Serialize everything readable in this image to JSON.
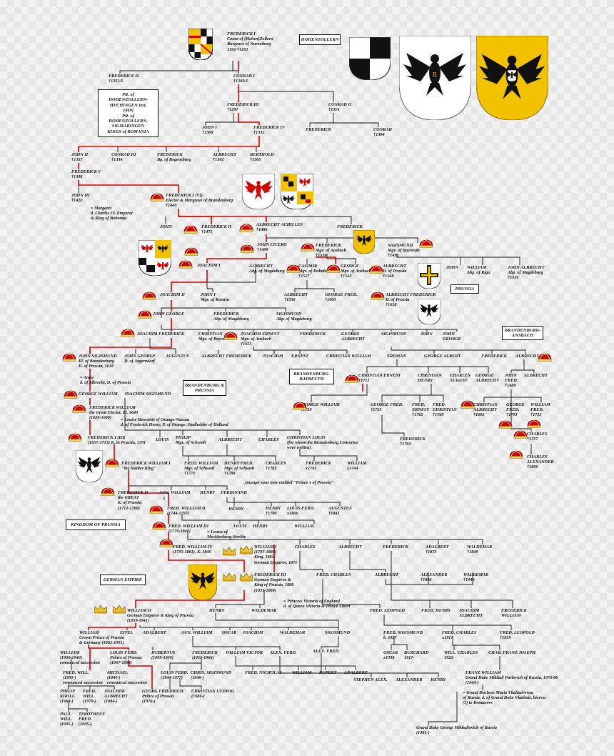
{
  "title_box": "HOHENZOLLERN",
  "region_boxes": [
    {
      "id": "prussia",
      "text": "PRUSSIA"
    },
    {
      "id": "brandenburg-ansbach",
      "text": "BRANDENBURG-\nANSBACH"
    },
    {
      "id": "brandenburg-bayreuth",
      "text": "BRANDENBURG-\nBAYREUTH"
    },
    {
      "id": "brandenburg-prussia",
      "text": "BRANDENBURG &\nPRUSSIA"
    },
    {
      "id": "kingdom-of-prussia",
      "text": "KINGDOM OF PRUSSIA"
    },
    {
      "id": "german-empire",
      "text": "GERMAN EMPIRE"
    },
    {
      "id": "sigmaringen",
      "text": "PR. of\nHOHENZOLLERN-\nHECHINGEN (est.\n1869)\nPR. of\nHOHENZOLLERN-\nSIGMARINGEN\nKINGS of ROMANIA"
    }
  ],
  "annotations": {
    "younger_sons": "younger sons now entitled \"Prince x of Prussia\""
  },
  "people": [
    {
      "id": "frederick-i",
      "text": "FREDERICK I\nCount of (Hohen)Zollern\nBurgrave of Nuremberg\n1192-†1201"
    },
    {
      "id": "frederick-ii-a",
      "text": "FREDERICK II\n†1251/5"
    },
    {
      "id": "conrad-i",
      "text": "CONRAD I\n†1260/1"
    },
    {
      "id": "frederick-iii-a",
      "text": "FREDERICK III\n†1297"
    },
    {
      "id": "conrad-ii",
      "text": "CONRAD II\n†1314"
    },
    {
      "id": "john-i",
      "text": "JOHN I\n†1300"
    },
    {
      "id": "frederick-iv",
      "text": "FREDERICK IV\n†1332"
    },
    {
      "id": "frederick-c",
      "text": "FREDERICK"
    },
    {
      "id": "conrad-c",
      "text": "CONRAD\n†1304"
    },
    {
      "id": "john-ii",
      "text": "JOHN II\n†1357"
    },
    {
      "id": "conrad-iii",
      "text": "CONRAD III\n†1334"
    },
    {
      "id": "frederick-regensburg",
      "text": "FREDERICK\nBp. of Regensburg"
    },
    {
      "id": "albrecht-1361",
      "text": "ALBRECHT\n†1361"
    },
    {
      "id": "berthold",
      "text": "BERTHOLD\n†1365"
    },
    {
      "id": "frederick-v",
      "text": "FREDERICK V\n†1398"
    },
    {
      "id": "john-iii",
      "text": "JOHN III\n†1420"
    },
    {
      "id": "margaret",
      "text": "= Margaret\nd. Charles IV, Emperor\n& King of Bohemia"
    },
    {
      "id": "frederick-i-vi",
      "text": "FREDERICK I (VI)\nElector & Margrave of Brandenburg\n†1440"
    },
    {
      "id": "john-b",
      "text": "JOHN"
    },
    {
      "id": "frederick-ii-b",
      "text": "FREDERICK II\n†1471"
    },
    {
      "id": "albrecht-achilles",
      "text": "ALBRECHT ACHILLES\n†1486"
    },
    {
      "id": "frederick-d",
      "text": "FREDERICK"
    },
    {
      "id": "john-cicero",
      "text": "JOHN CICERO\n†1499"
    },
    {
      "id": "frederick-ansbach",
      "text": "FREDERICK\nMgv. of Ansbach\n†1536"
    },
    {
      "id": "sigismund-bayreuth",
      "text": "SIGISMUND\nMgv. of Bayreuth\n†1495"
    },
    {
      "id": "joachim-i",
      "text": "JOACHIM I"
    },
    {
      "id": "albrecht-magdeburg",
      "text": "ALBRECHT\nAbp. of Magdeburg"
    },
    {
      "id": "casimir",
      "text": "CASIMIR\nMgv. of Kulmbach\n†1527"
    },
    {
      "id": "george-ansbach",
      "text": "GEORGE\nMgv. of Ansbach\n†1543"
    },
    {
      "id": "albrecht-prussia",
      "text": "ALBRECHT\nD. of Prussia\n†1568"
    },
    {
      "id": "john-c",
      "text": "JOHN"
    },
    {
      "id": "william-riga",
      "text": "WILLIAM\nAbp. of Riga"
    },
    {
      "id": "john-albrecht-1550",
      "text": "JOHN ALBRECHT\nAbp. of Magdeburg\n†1550"
    },
    {
      "id": "joachim-ii",
      "text": "JOACHIM II"
    },
    {
      "id": "john-kustrin",
      "text": "JOHN I\nMgv. of Kustrin"
    },
    {
      "id": "albrecht-1536",
      "text": "ALBRECHT\n†1536"
    },
    {
      "id": "george-fred-1603",
      "text": "GEORGE FRED.\n†1603"
    },
    {
      "id": "albrecht-frederick",
      "text": "ALBRECHT FREDERICK\nD. of Prussia\n†1618"
    },
    {
      "id": "john-george",
      "text": "JOHN GEORGE"
    },
    {
      "id": "frederick-magdeburg",
      "text": "FREDERICK\nAbp. of Magdeburg"
    },
    {
      "id": "sigismund-magdeburg",
      "text": "SIGISMUND\nAbp. of Magdeburg"
    },
    {
      "id": "joachim-frederick",
      "text": "JOACHIM FREDERICK"
    },
    {
      "id": "christian-bayreuth",
      "text": "CHRISTIAN\nMgv. of Bayreuth"
    },
    {
      "id": "joachim-ernest",
      "text": "JOACHIM ERNEST\nMgv. of Ansbach\n†1655"
    },
    {
      "id": "frederick-e",
      "text": "FREDERICK"
    },
    {
      "id": "george-albrecht-a",
      "text": "GEORGE\nALBRECHT"
    },
    {
      "id": "sigismund-b",
      "text": "SIGISMUND"
    },
    {
      "id": "john-d",
      "text": "JOHN"
    },
    {
      "id": "john-george-b",
      "text": "JOHN\nGEORGE"
    },
    {
      "id": "john-sigismund",
      "text": "JOHN SIGISMUND\nEl. of Brandenburg\nD. of Prussia, 1618"
    },
    {
      "id": "john-george-jagerndorf",
      "text": "JOHN GEORGE\nD. of Jagerndorf"
    },
    {
      "id": "augustus-a",
      "text": "AUGUSTUS"
    },
    {
      "id": "albrecht-frederick-b",
      "text": "ALBRECHT FREDERICK"
    },
    {
      "id": "joachim-b",
      "text": "JOACHIM"
    },
    {
      "id": "ernest",
      "text": "ERNEST"
    },
    {
      "id": "christian-william",
      "text": "CHRISTIAN WILLIAM"
    },
    {
      "id": "erdman",
      "text": "ERDMAN"
    },
    {
      "id": "george-albert",
      "text": "GEORGE ALBERT"
    },
    {
      "id": "frederick-f",
      "text": "FREDERICK"
    },
    {
      "id": "albrecht-b",
      "text": "ALBRECHT"
    },
    {
      "id": "anna",
      "text": "= Anna\nd. of Albrecht, D. of Prussia"
    },
    {
      "id": "george-william",
      "text": "GEORGE WILLIAM"
    },
    {
      "id": "joachim-sigismund",
      "text": "JOACHIM SIGISMUND"
    },
    {
      "id": "christian-ernest",
      "text": "CHRISTIAN ERNEST\n†1712"
    },
    {
      "id": "christian-henry",
      "text": "CHRISTIAN\nHENRY"
    },
    {
      "id": "charles-august",
      "text": "CHARLES\nAUGUST"
    },
    {
      "id": "george-albrecht-b",
      "text": "GEORGE\nALBRECHT"
    },
    {
      "id": "john-fred-1686",
      "text": "JOHN\nFRED.\n†1686"
    },
    {
      "id": "albrecht-c",
      "text": "ALBRECHT"
    },
    {
      "id": "frederick-william-ge",
      "text": "FREDERICK WILLIAM\nthe Great Elector, El. 1640\n(1620-1688)"
    },
    {
      "id": "louise-henriette",
      "text": "= Louise Henriette of Orange-Nassau\nd. of Frederick Henry, P. of Orange, Stadholder of Holland"
    },
    {
      "id": "george-william-1726",
      "text": "GEORGE WILLIAM\n†1726"
    },
    {
      "id": "george-fred-1735",
      "text": "GEORGE FRED.\n†1735"
    },
    {
      "id": "fred-ernest",
      "text": "FRED.\nERNEST\n†1762"
    },
    {
      "id": "fred-christian",
      "text": "FRED.\nCHRISTIAN\n†1769"
    },
    {
      "id": "christian-albrecht",
      "text": "CHRISTIAN\nALBRECHT\n†1692"
    },
    {
      "id": "george-fred-1703",
      "text": "GEORGE\nFRED.\n†1703"
    },
    {
      "id": "william-fred",
      "text": "WILLIAM\nFRED.\n†1723"
    },
    {
      "id": "frederick-i-iii",
      "text": "FREDERICK I (III)\n(1657-1713) K. in Prussia, 1701"
    },
    {
      "id": "louis-a",
      "text": "LOUIS"
    },
    {
      "id": "philip-schwedt",
      "text": "PHILIP\nMgv. of Schwedt"
    },
    {
      "id": "albrecht-d",
      "text": "ALBRECHT"
    },
    {
      "id": "charles-a",
      "text": "CHARLES"
    },
    {
      "id": "christian-louis",
      "text": "CHRISTIAN LOUIS\n(for whom the Brandenburg Concertos\nwere written)"
    },
    {
      "id": "frederick-1763",
      "text": "FREDERICK\n†1763"
    },
    {
      "id": "charles-1757",
      "text": "CHARLES\n†1757"
    },
    {
      "id": "fw-i",
      "text": "FREDERICK WILLIAM I\n\"the Soldier King\""
    },
    {
      "id": "fred-william-schwedt",
      "text": "FRED. WILLIAM\nMgv. of Schwedt\n†1771"
    },
    {
      "id": "henry-fred-schwedt",
      "text": "HENRY FRED.\nMgv. of Schwedt\n†1788"
    },
    {
      "id": "charles-1762",
      "text": "CHARLES\n†1762"
    },
    {
      "id": "frederick-1741",
      "text": "FREDERICK\nx1741"
    },
    {
      "id": "william-1744",
      "text": "WILLIAM\nx1744"
    },
    {
      "id": "charles-alexander",
      "text": "CHARLES\nALEXANDER\n†1806"
    },
    {
      "id": "frederick-ii-great",
      "text": "FREDERICK II\nthe GREAT\nK. of Prussia\n(1712-1786)"
    },
    {
      "id": "aug-william",
      "text": "AUG. WILLIAM"
    },
    {
      "id": "henry-a",
      "text": "HENRY"
    },
    {
      "id": "ferdinand",
      "text": "FERDINAND"
    },
    {
      "id": "fw-ii",
      "text": "FRED. WILLIAM II\n(1744-1797)"
    },
    {
      "id": "henry-b",
      "text": "HENRY"
    },
    {
      "id": "henry-1790",
      "text": "HENRY\n†1790"
    },
    {
      "id": "louis-ferd-a",
      "text": "LOUIS FERD.\nx1806"
    },
    {
      "id": "augustus-1843",
      "text": "AUGUSTUS\n†1843"
    },
    {
      "id": "fw-iii",
      "text": "FRED. WILLIAM III\n(1770-1840)"
    },
    {
      "id": "louise-meck",
      "text": "= Louise of\nMecklenburg-Strelitz"
    },
    {
      "id": "louis-b",
      "text": "LOUIS"
    },
    {
      "id": "henry-c",
      "text": "HENRY"
    },
    {
      "id": "william-a",
      "text": "WILLIAM"
    },
    {
      "id": "fw-iv",
      "text": "FRED. WILLIAM IV\n(1795-1861), K. 1840"
    },
    {
      "id": "william-i",
      "text": "WILLIAM I\n(1797-1888)\nKing, 1861\nGerman Emperor, 1871"
    },
    {
      "id": "charles-b",
      "text": "CHARLES"
    },
    {
      "id": "albrecht-e",
      "text": "ALBRECHT"
    },
    {
      "id": "frederick-g",
      "text": "FREDERICK"
    },
    {
      "id": "adalbert-1873",
      "text": "ADALBERT\n†1873"
    },
    {
      "id": "waldemar-1849",
      "text": "WALDEMAR\n†1849"
    },
    {
      "id": "frederick-iii-emp",
      "text": "FREDERICK III\nGerman Emperor &\nKing of Prussia, 1888\n(1831-1888)"
    },
    {
      "id": "fred-charles",
      "text": "FRED. CHARLES"
    },
    {
      "id": "albrecht-f",
      "text": "ALBRECHT"
    },
    {
      "id": "alexander-1896",
      "text": "ALEXANDER\n†1896"
    },
    {
      "id": "waldemar-1949",
      "text": "WALDEMAR\n†1949"
    },
    {
      "id": "princess-victoria",
      "text": "= Princess Victoria of England\nd. of Queen Victoria & Prince Albert"
    },
    {
      "id": "william-ii",
      "text": "WILLIAM II\nGerman Emperor & King of Prussia\n(1859-1941)"
    },
    {
      "id": "henry-d",
      "text": "HENRY"
    },
    {
      "id": "waldemar-a",
      "text": "WALDEMAR"
    },
    {
      "id": "fred-leopold-a",
      "text": "FRED. LEOPOLD"
    },
    {
      "id": "fred-henry",
      "text": "FRED. HENRY"
    },
    {
      "id": "joachim-albrecht",
      "text": "JOACHIM\nALBRECHT"
    },
    {
      "id": "frederick-william-b",
      "text": "FREDERICK\nWILLIAM"
    },
    {
      "id": "william-crown",
      "text": "WILLIAM\nCrown Prince of Prussia\n& Germany (1882-1951)"
    },
    {
      "id": "eitel",
      "text": "EITEL"
    },
    {
      "id": "adalbert-b",
      "text": "ADALBERT"
    },
    {
      "id": "aug-william-b",
      "text": "AUG. WILLIAM"
    },
    {
      "id": "oscar-a",
      "text": "OSCAR"
    },
    {
      "id": "joachim-c",
      "text": "JOACHIM"
    },
    {
      "id": "waldemar-b",
      "text": "WALDEMAR"
    },
    {
      "id": "sigismund-c",
      "text": "SIGISMUND"
    },
    {
      "id": "fred-sigismund",
      "text": "FRED. SIGISMUND\nk. 1927"
    },
    {
      "id": "fred-charles-b",
      "text": "FRED. CHARLES\nx1917"
    },
    {
      "id": "fred-leopold-b",
      "text": "FRED. LEOPOLD\n†1959"
    },
    {
      "id": "william-1906",
      "text": "WILLIAM\n(1906-1940)\nrenounced succession"
    },
    {
      "id": "louis-ferd-b",
      "text": "LOUIS FERD.\nPrince of Prussia\n(1907-1994)"
    },
    {
      "id": "hubertus",
      "text": "HUBERTUS\n(1909-1950)"
    },
    {
      "id": "frederick-h",
      "text": "FREDERICK\n(1911-1966)"
    },
    {
      "id": "william-victor",
      "text": "WILLIAM VICTOR"
    },
    {
      "id": "alex-ferd",
      "text": "ALEX. FERD."
    },
    {
      "id": "alex-fred",
      "text": "ALEX. FRED."
    },
    {
      "id": "oscar-b",
      "text": "OSCAR\nx1938"
    },
    {
      "id": "burchard",
      "text": "BURCHARD\n1917-"
    },
    {
      "id": "will-charles",
      "text": "WILL. CHARLES\n1922-"
    },
    {
      "id": "char-franz-joseph",
      "text": "CHAR. FRANZ JOSEPH"
    },
    {
      "id": "fred-will",
      "text": "FRED. WILL.\n(1939-)\nrenounced succession"
    },
    {
      "id": "michael",
      "text": "MICHAEL\n(1940-)\nrenounced succession"
    },
    {
      "id": "louis-ferd-c",
      "text": "LOUIS FERD.\n(1944-1977)"
    },
    {
      "id": "chris-sigismund",
      "text": "CHRIS. SIGISMUND\n(1946-)"
    },
    {
      "id": "fred-nicholas",
      "text": "FRED. NICHOLAS"
    },
    {
      "id": "william-b",
      "text": "WILLIAM"
    },
    {
      "id": "rupert",
      "text": "RUPERT"
    },
    {
      "id": "adalbert-c",
      "text": "ADALBERT"
    },
    {
      "id": "stephen-alex",
      "text": "STEPHEN ALEX."
    },
    {
      "id": "alexander-b",
      "text": "ALEXANDER"
    },
    {
      "id": "henry-e",
      "text": "HENRY"
    },
    {
      "id": "franz-william",
      "text": "FRANZ WILLIAM\nGrand Duke Mikhail Pavlovich of Russia, 1976-86\n(1943-)"
    },
    {
      "id": "maria-vladimirovna",
      "text": "= Grand Duchess Maria Vladimirovna\nof Russia, d. of Grand Duke Vladimir, hieress\n(?) to Romanovs"
    },
    {
      "id": "philip-kirill",
      "text": "PHILIP\nKIRILL\n(1968-)"
    },
    {
      "id": "fred-will-1979",
      "text": "FRED.\nWILL.\n(1979-)"
    },
    {
      "id": "joachim-albrecht-b",
      "text": "JOACHIM\nALBRECHT\n(1984-)"
    },
    {
      "id": "georg-friedrich",
      "text": "GEORG FRIEDRICH\nPrince of Prussia\n(1976-)"
    },
    {
      "id": "christian-ludwig",
      "text": "CHRISTIAN LUDWIG\n(1986-)"
    },
    {
      "id": "paul-will",
      "text": "PAUL\nWILL.\n(1995-)"
    },
    {
      "id": "timotheus-fred",
      "text": "TIMOTHEUS\nFRED.\n(2005-)"
    },
    {
      "id": "george-mikhailovich",
      "text": "Grand Duke George Mikhailovich of Russia\n(1981-)"
    }
  ]
}
